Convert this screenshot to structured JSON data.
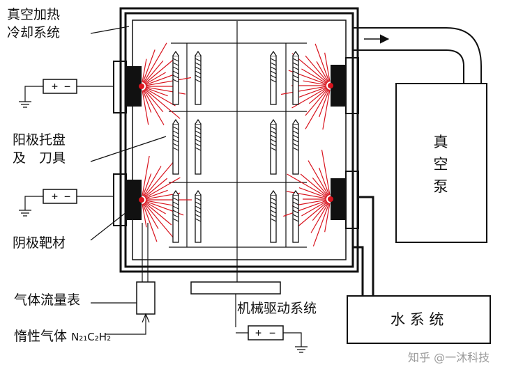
{
  "labels": {
    "vacuum_heat_cool_line1": "真空加热",
    "vacuum_heat_cool_line2": "冷却系统",
    "cathode_tray_line1": "阳极托盘",
    "cathode_tray_line2": "及　刀具",
    "cathode_target": "阴极靶材",
    "gas_flowmeter": "气体流量表",
    "inert_gas": "惰性气体",
    "inert_gas_formula": "N₂₁C₂H₂",
    "mechanical_drive": "机械驱动系统",
    "water_system": "水 系 统",
    "vacuum_pump_chars": [
      "真",
      "空",
      "泵"
    ]
  },
  "power_symbols": {
    "plus": "+",
    "minus": "−"
  },
  "watermark": "知乎 @一沐科技",
  "colors": {
    "plasma": "#d8141e",
    "outline": "#111111"
  }
}
